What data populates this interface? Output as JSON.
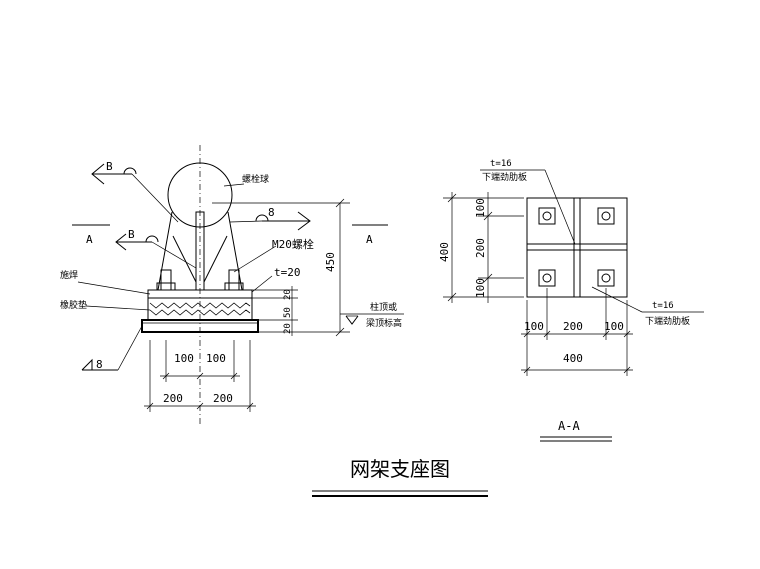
{
  "elevation": {
    "label_ball": "螺栓球",
    "label_m20": "M20螺栓",
    "label_t20": "t=20",
    "label_weld": "施焊",
    "label_rubber": "橡胶垫",
    "label_top_elev_1": "柱顶或",
    "label_top_elev_2": "梁顶标高",
    "weld_b1": "B",
    "weld_b2": "B",
    "weld_8a": "8",
    "weld_8b": "8",
    "sect_a_left": "A",
    "sect_a_right": "A",
    "dim_450": "450",
    "dim_20": "20",
    "dim_50": "50",
    "dim_20b": "20",
    "dim_100a": "100",
    "dim_100b": "100",
    "dim_200a": "200",
    "dim_200b": "200"
  },
  "plan": {
    "label_t16_top": "t=16",
    "label_rib_top": "下端劲肋板",
    "label_t16_bot": "t=16",
    "label_rib_bot": "下端劲肋板",
    "dim_400_left": "400",
    "dim_100_top": "100",
    "dim_200_mid": "200",
    "dim_100_bot": "100",
    "dim_100_l": "100",
    "dim_200_c": "200",
    "dim_100_r": "100",
    "dim_400_bot": "400",
    "section_title": "A-A"
  },
  "title": "网架支座图"
}
